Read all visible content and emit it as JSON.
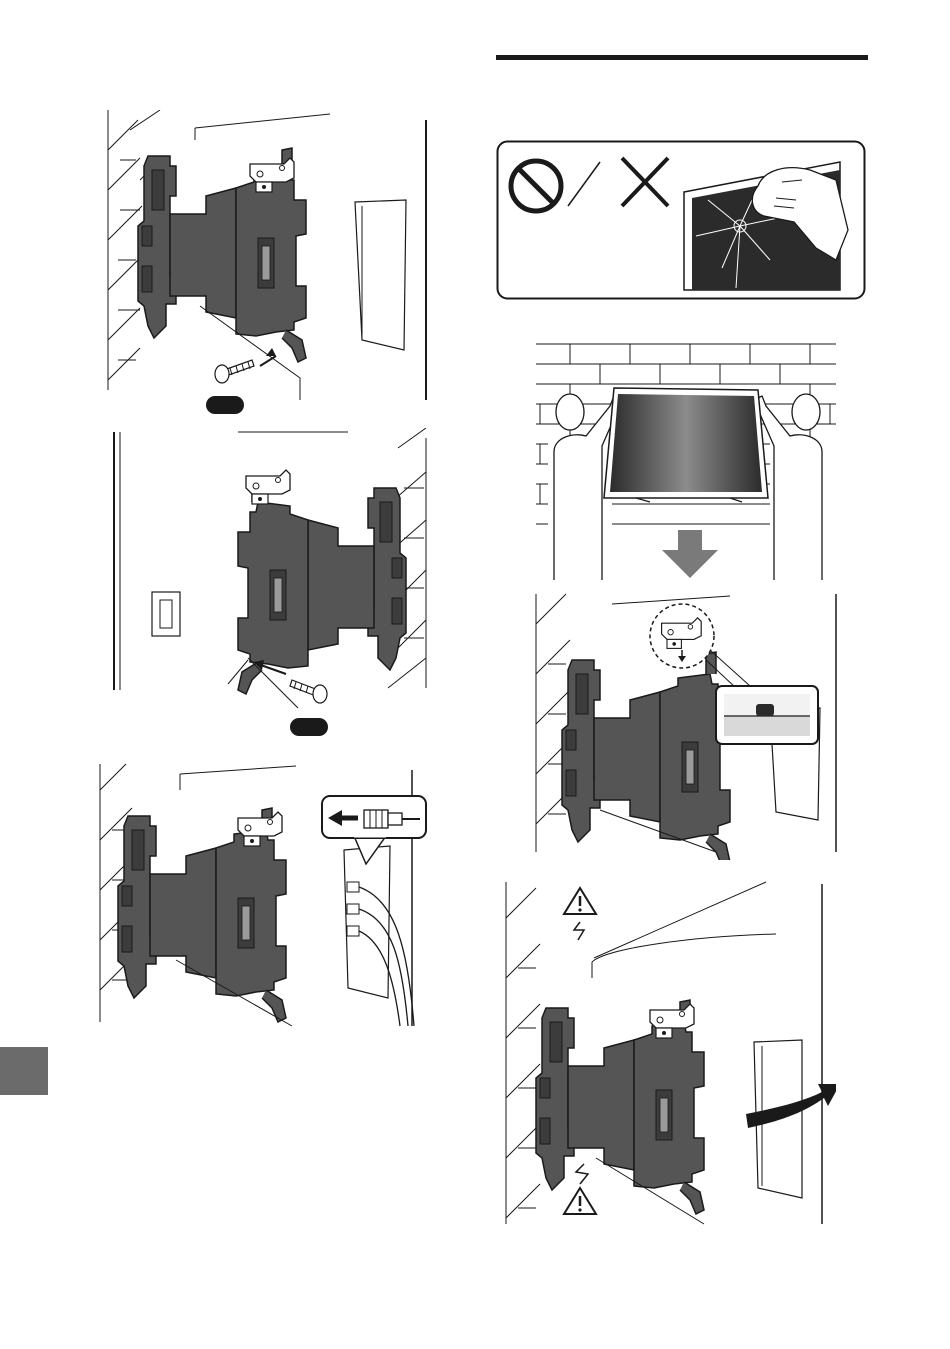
{
  "page": {
    "type": "installation-manual-illustration-page",
    "text": ""
  },
  "colors": {
    "line": "#1a1a1a",
    "bracket": "#555555",
    "bracket_dark": "#3c3c3c",
    "side_tab": "#6b6b6b",
    "arrow_gray": "#7a7a7a",
    "tv_dark": "#2b2b2b",
    "tv_light": "#8c8c8c"
  },
  "figures": [
    {
      "id": "screw-left-side",
      "icons": [
        "wall-bracket-icon",
        "screw-icon",
        "screw-label-icon"
      ]
    },
    {
      "id": "screw-right-side",
      "icons": [
        "wall-bracket-icon",
        "screw-icon",
        "screw-label-icon"
      ]
    },
    {
      "id": "cable-connection",
      "icons": [
        "wall-bracket-icon",
        "hdmi-plug-icon",
        "arrow-left-icon"
      ]
    },
    {
      "id": "do-not-press-screen",
      "icons": [
        "prohibited-icon",
        "cross-icon",
        "broken-screen-icon"
      ]
    },
    {
      "id": "two-person-lift",
      "icons": [
        "tv-panel-icon",
        "brick-wall-icon",
        "down-arrow-icon"
      ]
    },
    {
      "id": "hook-tv-on-bracket",
      "icons": [
        "wall-bracket-icon",
        "zoom-callout-icon"
      ]
    },
    {
      "id": "swing-caution",
      "icons": [
        "warning-icon",
        "warning-icon",
        "curved-arrow-icon"
      ]
    }
  ]
}
